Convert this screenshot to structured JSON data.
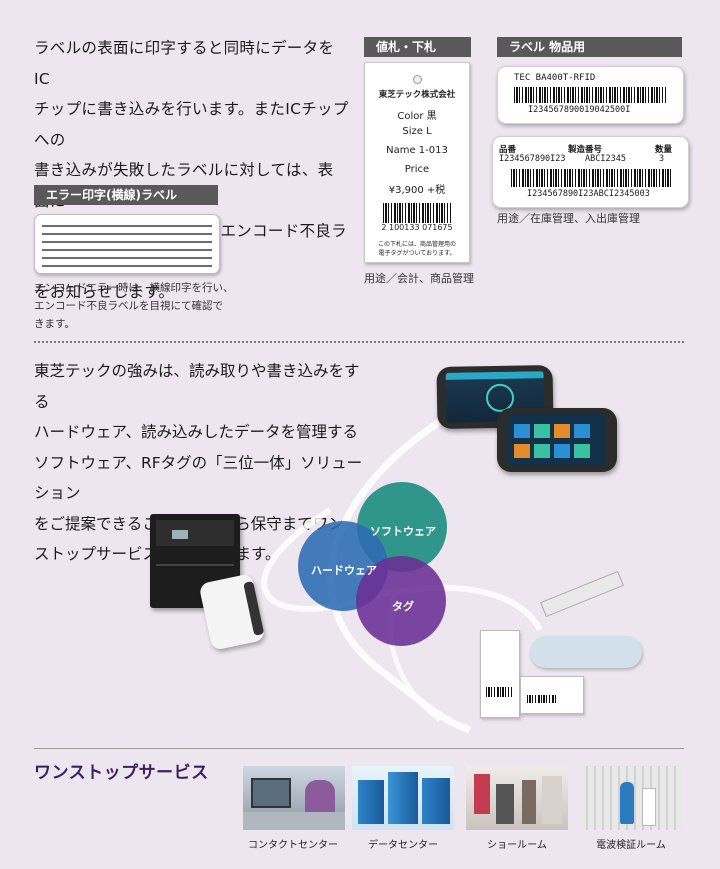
{
  "intro": {
    "lines": [
      "ラベルの表面に印字すると同時にデータをIC",
      "チップに書き込みを行います。またICチップへの",
      "書き込みが失敗したラベルに対しては、表面に",
      "エラー印字(横線)を行い、エンコード不良ラベル",
      "をお知らせします。"
    ]
  },
  "error_label": {
    "header": "エラー印字(横線)ラベル",
    "note_lines": [
      "エンコードエラー時は、横線印字を行い、",
      "エンコード不良ラベルを目視にて確認で",
      "きます。"
    ]
  },
  "price_tag": {
    "header": "値札・下札",
    "company": "東芝テック株式会社",
    "color": "Color 黒",
    "size": "Size L",
    "name": "Name 1-013",
    "price_label": "Price",
    "price": "¥3,900 +税",
    "barcode_number": "2 100133 071675",
    "footnote_1": "この下札には、商品管理用の",
    "footnote_2": "電子タグがついております。",
    "usage": "用途／会計、商品管理"
  },
  "goods_label": {
    "header": "ラベル 物品用",
    "card1_title": "TEC  BA400T-RFID",
    "card1_number": "I234567890019042500I",
    "card2_col1": "品番",
    "card2_col2": "製造番号",
    "card2_col3": "数量",
    "card2_val1": "I234567890I23",
    "card2_val2": "ABCI2345",
    "card2_val3": "3",
    "card2_number": "I234567890I23ABCI2345003",
    "usage": "用途／在庫管理、入出庫管理"
  },
  "strength": {
    "lines": [
      "東芝テックの強みは、読み取りや書き込みをする",
      "ハードウェア、読み込みしたデータを管理する",
      "ソフトウェア、RFタグの「三位一体」ソリューション",
      "をご提案できること。導入から保守までワン",
      "ストップサービスをご提供します。"
    ]
  },
  "venn": {
    "software": "ソフトウェア",
    "hardware": "ハードウェア",
    "tag": "タグ"
  },
  "colors": {
    "software": "#1f8f83",
    "hardware": "#2b6cb3",
    "tag": "#6a2f95",
    "title_purple": "#3b1f66",
    "background": "#ede6ee"
  },
  "service": {
    "title": "ワンストップサービス",
    "items": [
      {
        "label": "コンタクトセンター"
      },
      {
        "label": "データセンター"
      },
      {
        "label": "ショールーム"
      },
      {
        "label": "電波検証ルーム"
      }
    ]
  }
}
